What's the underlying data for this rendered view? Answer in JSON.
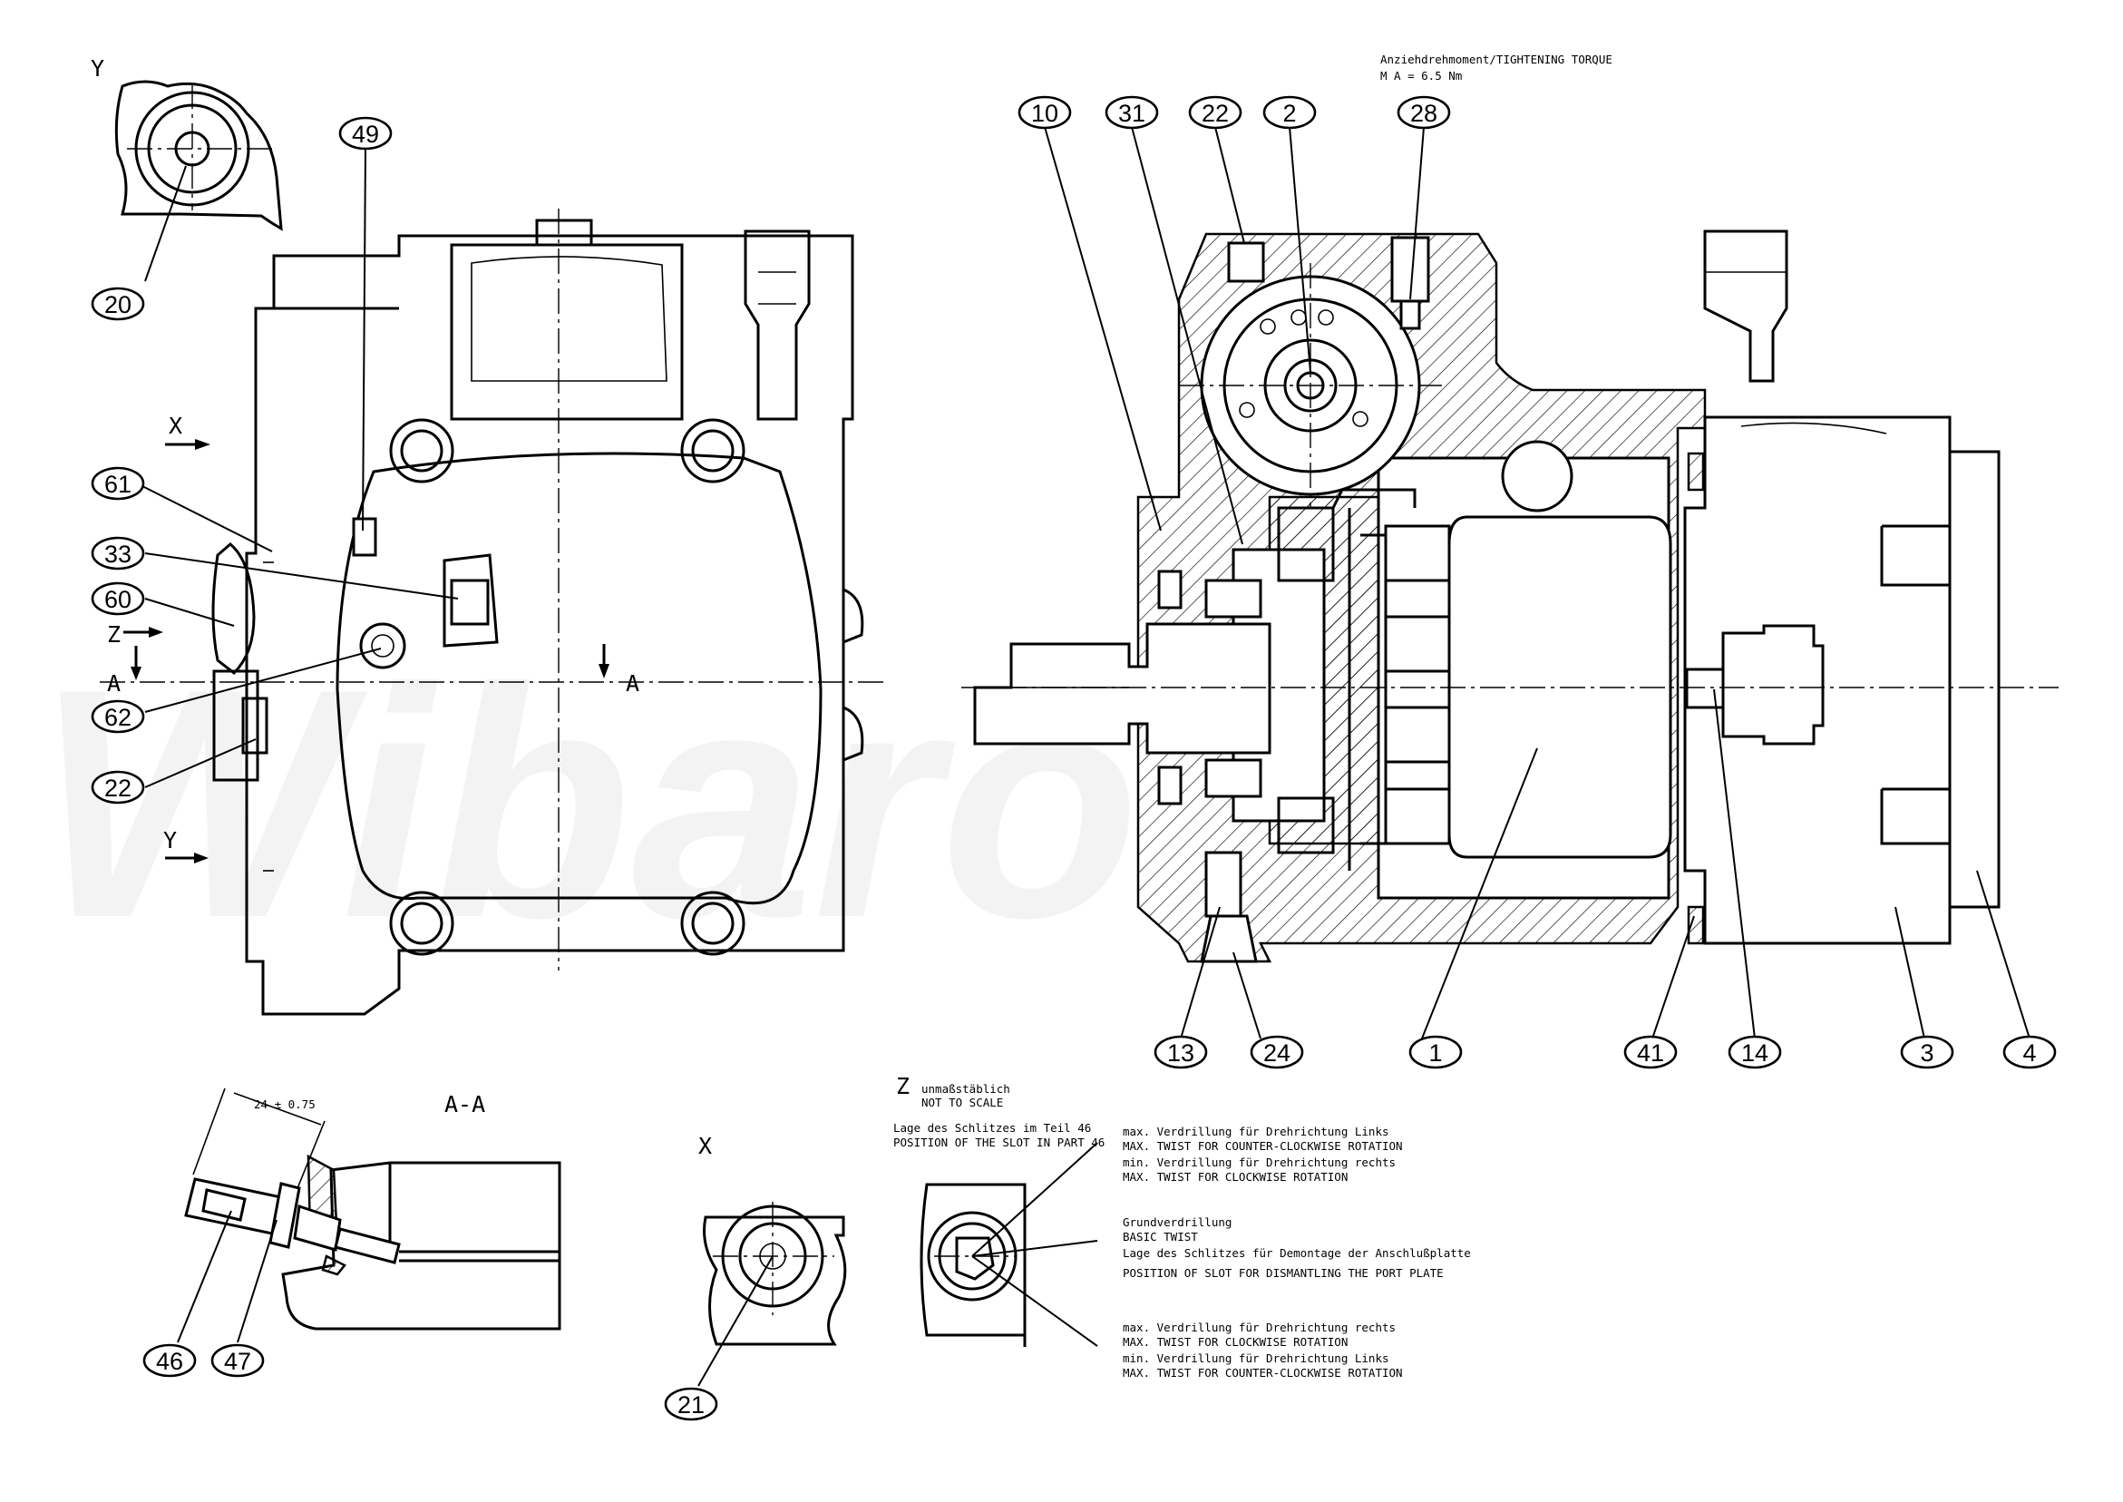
{
  "watermark": "Wibaro",
  "callouts": [
    {
      "id": "c49",
      "label": "49"
    },
    {
      "id": "c20",
      "label": "20"
    },
    {
      "id": "c61",
      "label": "61"
    },
    {
      "id": "c33",
      "label": "33"
    },
    {
      "id": "c60",
      "label": "60"
    },
    {
      "id": "c62",
      "label": "62"
    },
    {
      "id": "c22a",
      "label": "22"
    },
    {
      "id": "c10",
      "label": "10"
    },
    {
      "id": "c31",
      "label": "31"
    },
    {
      "id": "c22b",
      "label": "22"
    },
    {
      "id": "c2",
      "label": "2"
    },
    {
      "id": "c28",
      "label": "28"
    },
    {
      "id": "c13",
      "label": "13"
    },
    {
      "id": "c24",
      "label": "24"
    },
    {
      "id": "c1",
      "label": "1"
    },
    {
      "id": "c41",
      "label": "41"
    },
    {
      "id": "c14",
      "label": "14"
    },
    {
      "id": "c3",
      "label": "3"
    },
    {
      "id": "c4",
      "label": "4"
    },
    {
      "id": "c46",
      "label": "46"
    },
    {
      "id": "c47",
      "label": "47"
    },
    {
      "id": "c21",
      "label": "21"
    }
  ],
  "view_labels": {
    "y_top": "Y",
    "x_arrow": "X",
    "z_arrow": "Z",
    "a_left": "A",
    "a_right": "A",
    "y_arrow": "Y",
    "section": "A-A",
    "x_detail": "X",
    "z_detail": "Z"
  },
  "dimension": "24 ± 0.75",
  "torque_note": {
    "line1": "Anziehdrehmoment/TIGHTENING TORQUE",
    "line2": "M A = 6.5 Nm"
  },
  "z_note": {
    "scale_de": "unmaßstäblich",
    "scale_en": "NOT TO SCALE",
    "slot_de": "Lage des Schlitzes im Teil 46",
    "slot_en": "POSITION OF THE SLOT IN PART 46"
  },
  "twist_notes": {
    "top": [
      "max. Verdrillung für Drehrichtung Links",
      "MAX. TWIST FOR COUNTER-CLOCKWISE ROTATION",
      "min. Verdrillung für Drehrichtung rechts",
      "MAX. TWIST FOR CLOCKWISE ROTATION"
    ],
    "middle": [
      "Grundverdrillung",
      "BASIC TWIST",
      "Lage des Schlitzes für Demontage der Anschlußplatte",
      "POSITION OF SLOT FOR DISMANTLING THE PORT PLATE"
    ],
    "bottom": [
      "max. Verdrillung für Drehrichtung rechts",
      "MAX. TWIST FOR CLOCKWISE ROTATION",
      "min. Verdrillung für Drehrichtung Links",
      "MAX. TWIST FOR COUNTER-CLOCKWISE ROTATION"
    ]
  }
}
